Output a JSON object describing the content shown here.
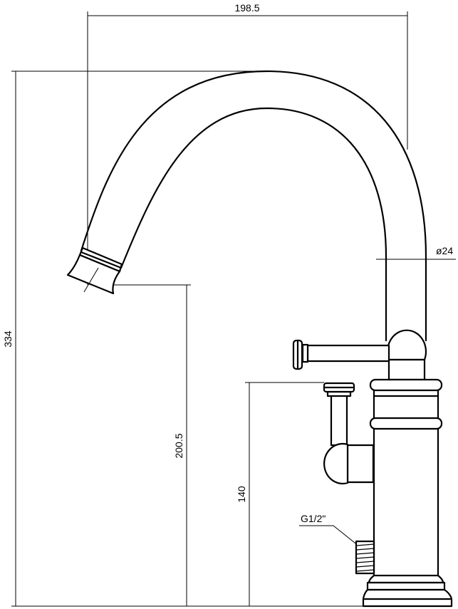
{
  "dimensions": {
    "overall_width": "198.5",
    "overall_height": "334",
    "spout_height": "200.5",
    "handle_height": "140",
    "pipe_diameter": "ø24",
    "thread_size": "G1/2\""
  },
  "colors": {
    "line": "#000000",
    "background": "#ffffff"
  }
}
